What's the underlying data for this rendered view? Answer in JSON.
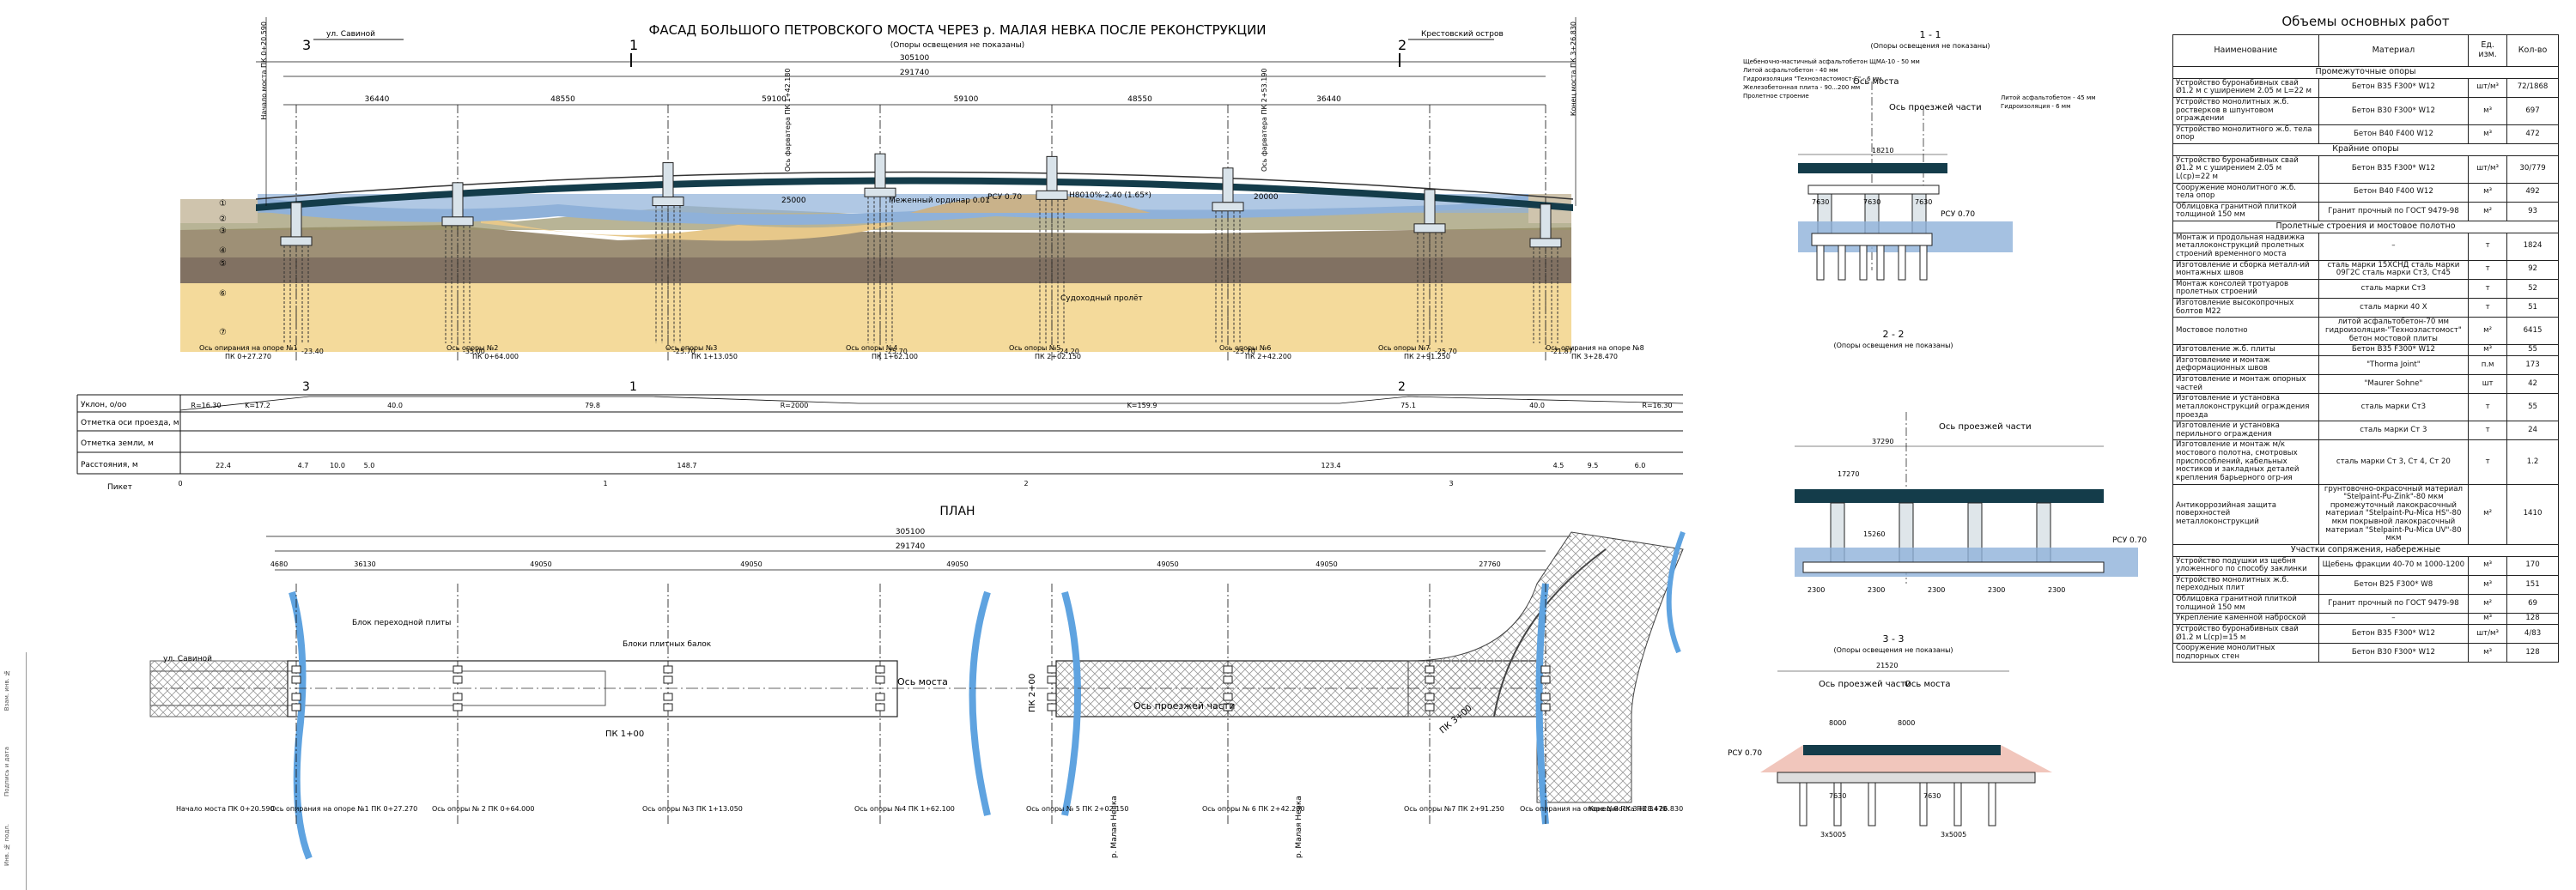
{
  "elevation": {
    "title": "ФАСАД БОЛЬШОГО ПЕТРОВСКОГО МОСТА ЧЕРЕЗ р. МАЛАЯ НЕВКА ПОСЛЕ РЕКОНСТРУКЦИИ",
    "subtitle": "(Опоры освещения не показаны)",
    "left_street": "ул. Савиной",
    "right_street": "Крестовский остров",
    "total_length": "305100",
    "span_length": "291740",
    "spans": [
      "36440",
      "48550",
      "59100",
      "59100",
      "48550",
      "36440"
    ],
    "water_level_label": "Меженный ординар 0.01",
    "rsu_label": "РСУ 0.70",
    "rsu_value": "РСУ 0.70",
    "channel_label": "Судоходный пролёт",
    "clear_height_label": "Н8010%-2.40 (1.65*)",
    "dim_25000": "25000",
    "dim_20000": "20000",
    "pile_depths": [
      "-23.40",
      "-35.00",
      "-25.70",
      "-25.70",
      "-24.20",
      "-25.70",
      "-25.70",
      "-21.87"
    ],
    "supports": [
      {
        "name": "Ось опирания на опоре №1",
        "pk": "ПК 0+27.270"
      },
      {
        "name": "Ось опоры №2",
        "pk": "ПК 0+64.000"
      },
      {
        "name": "Ось опоры №3",
        "pk": "ПК 1+13.050"
      },
      {
        "name": "Ось опоры №4",
        "pk": "ПК 1+62.100"
      },
      {
        "name": "Ось опоры №5",
        "pk": "ПК 2+02.150"
      },
      {
        "name": "Ось опоры №6",
        "pk": "ПК 2+42.200"
      },
      {
        "name": "Ось опоры №7",
        "pk": "ПК 2+91.250"
      },
      {
        "name": "Ось опирания на опоре №8",
        "pk": "ПК 3+28.470"
      }
    ],
    "fairway_labels": [
      "Ось фарватера ПК 1+42.180",
      "Ось фарватера ПК 2+53.190"
    ],
    "bridge_start": "Начало моста ПК 0+20.590",
    "bridge_end": "Конец моста ПК 3+26.830",
    "soil_layers": [
      "①",
      "②",
      "③",
      "④",
      "⑤",
      "⑥",
      "⑦"
    ],
    "section_marks": [
      "3",
      "1",
      "2"
    ]
  },
  "profile": {
    "row_labels": [
      "Уклон, о/оо",
      "Отметка оси проезда, м",
      "Отметка земли, м",
      "Расстояния, м",
      "Пикет"
    ],
    "slopes": [
      "R=16.30",
      "K=17.2",
      "40.0",
      "79.8",
      "R=2000",
      "K=159.9",
      "75.1",
      "40.0",
      "R=16.30"
    ],
    "distances": [
      "22.4",
      "4.7",
      "10.0",
      "5.0",
      "148.7",
      "123.4",
      "4.5",
      "9.5",
      "6.0"
    ],
    "pickets": [
      "0",
      "1",
      "2",
      "3"
    ]
  },
  "plan": {
    "title": "ПЛАН",
    "total_length": "305100",
    "span_length": "291740",
    "dims": [
      "4680",
      "36130",
      "49050",
      "49050",
      "49050",
      "49050",
      "49050",
      "27760"
    ],
    "street": "ул. Савиной",
    "river": "р. Малая Невка",
    "bridge_axis": "Ось моста",
    "carriage_axis": "Ось проезжей части",
    "pk_marks": [
      "ПК 1+00",
      "ПК 2+00",
      "ПК 3+00"
    ],
    "slab_label": "Блок переходной плиты",
    "beams_label": "Блоки плитных балок",
    "bottom_labels": [
      "Начало моста ПК 0+20.590",
      "Ось опирания на опоре №1 ПК 0+27.270",
      "Ось опоры № 2 ПК 0+64.000",
      "Ось опоры №3 ПК 1+13.050",
      "Ось опоры №4 ПК 1+62.100",
      "Ось опоры № 5 ПК 2+02.150",
      "Ось опоры № 6 ПК 2+42.200",
      "Ось опоры №7 ПК 2+91.250",
      "Ось опирания на опоре №8 ПК 3+28.470",
      "Конец моста ПК 3+26.830"
    ]
  },
  "sections": {
    "s1_title": "1 - 1",
    "s1_note": "(Опоры освещения не показаны)",
    "s1_layers": [
      "Щебеночно-мастичный асфальтобетон ЩМА-10 - 50 мм",
      "Литой асфальтобетон - 40 мм",
      "Гидроизоляция \"Техноэластомост-С\" - 6 мм",
      "Железобетонная плита - 90...200 мм",
      "Пролетное строение"
    ],
    "s1_layers_right": [
      "Литой асфальтобетон - 45 мм",
      "Гидроизоляция - 6 мм"
    ],
    "s1_axes": [
      "Ось моста",
      "Ось проезжей части"
    ],
    "s1_dims": [
      "18210",
      "7630",
      "7630",
      "7630"
    ],
    "s2_title": "2 - 2",
    "s2_note": "(Опоры освещения не показаны)",
    "s2_axes": [
      "Ось проезжей части"
    ],
    "s2_dims": [
      "37290",
      "17270",
      "15260",
      "2300",
      "2300",
      "2300",
      "2300",
      "2300"
    ],
    "s3_title": "3 - 3",
    "s3_note": "(Опоры освещения не показаны)",
    "s3_axes": [
      "Ось проезжей части",
      "Ось моста"
    ],
    "s3_dims": [
      "21520",
      "8000",
      "8000",
      "7630",
      "7630",
      "3x5005",
      "3x5005"
    ],
    "rsu_label": "РСУ 0.70"
  },
  "volumes": {
    "title": "Объемы основных работ",
    "headers": [
      "Наименование",
      "Материал",
      "Ед. изм.",
      "Кол-во"
    ],
    "rows": [
      {
        "section": "Промежуточные опоры"
      },
      {
        "name": "Устройство буронабивных свай Ø1.2 м с уширением 2.05 м L=22 м",
        "mat": "Бетон В35 F300* W12",
        "unit": "шт/м³",
        "qty": "72/1868"
      },
      {
        "name": "Устройство монолитных ж.б. ростверков в шпунтовом ограждении",
        "mat": "Бетон В30 F300* W12",
        "unit": "м³",
        "qty": "697"
      },
      {
        "name": "Устройство монолитного ж.б. тела опор",
        "mat": "Бетон В40 F400 W12",
        "unit": "м³",
        "qty": "472"
      },
      {
        "section": "Крайние опоры"
      },
      {
        "name": "Устройство буронабивных свай Ø1.2 м с уширением 2.05 м L(ср)=22 м",
        "mat": "Бетон В35 F300* W12",
        "unit": "шт/м³",
        "qty": "30/779"
      },
      {
        "name": "Сооружение монолитного ж.б. тела опор",
        "mat": "Бетон В40 F400 W12",
        "unit": "м³",
        "qty": "492"
      },
      {
        "name": "Облицовка гранитной плиткой толщиной 150 мм",
        "mat": "Гранит прочный по ГОСТ 9479-98",
        "unit": "м²",
        "qty": "93"
      },
      {
        "section": "Пролетные строения и мостовое полотно"
      },
      {
        "name": "Монтаж и продольная надвижка металлоконструкций пролетных строений временного моста",
        "mat": "–",
        "unit": "т",
        "qty": "1824"
      },
      {
        "name": "Изготовление и сборка металл-ий монтажных швов",
        "mat": "сталь марки 15ХСНД сталь марки 09Г2С сталь марки Ст3, Ст45",
        "unit": "т",
        "qty": "92"
      },
      {
        "name": "Монтаж консолей тротуаров пролетных строений",
        "mat": "сталь марки Ст3",
        "unit": "т",
        "qty": "52"
      },
      {
        "name": "Изготовление высокопрочных болтов М22",
        "mat": "сталь марки 40 Х",
        "unit": "т",
        "qty": "51"
      },
      {
        "name": "Мостовое полотно",
        "mat": "литой асфальтобетон-70 мм гидроизоляция-\"Техноэластомост\" бетон мостовой плиты",
        "unit": "м²",
        "qty": "6415"
      },
      {
        "name": "Изготовление ж.б. плиты",
        "mat": "Бетон В35 F300* W12",
        "unit": "м³",
        "qty": "55"
      },
      {
        "name": "Изготовление и монтаж деформационных швов",
        "mat": "\"Thorma Joint\"",
        "unit": "п.м",
        "qty": "173"
      },
      {
        "name": "Изготовление и монтаж опорных частей",
        "mat": "\"Maurer Sohne\"",
        "unit": "шт",
        "qty": "42"
      },
      {
        "name": "Изготовление и установка металлоконструкций ограждения проезда",
        "mat": "сталь марки Ст3",
        "unit": "т",
        "qty": "55"
      },
      {
        "name": "Изготовление и установка перильного ограждения",
        "mat": "сталь марки Ст 3",
        "unit": "т",
        "qty": "24"
      },
      {
        "name": "Изготовление и монтаж м/к мостового полотна, смотровых приспособлений, кабельных мостиков и закладных деталей крепления барьерного огр-ия",
        "mat": "сталь марки Ст 3, Ст 4, Ст 20",
        "unit": "т",
        "qty": "1.2"
      },
      {
        "name": "Антикоррозийная защита поверхностей металлоконструкций",
        "mat": "грунтовочно-окрасочный материал \"Stelpaint-Pu-Zink\"-80 мкм промежуточный лакокрасочный материал \"Stelpaint-Pu-Mica HS\"-80 мкм покрывной лакокрасочный материал \"Stelpaint-Pu-Mica UV\"-80 мкм",
        "unit": "м²",
        "qty": "1410"
      },
      {
        "section": "Участки сопряжения, набережные"
      },
      {
        "name": "Устройство подушки из щебня уложенного по способу заклинки",
        "mat": "Щебень фракции 40-70 м 1000-1200",
        "unit": "м³",
        "qty": "170"
      },
      {
        "name": "Устройство монолитных ж.б. переходных плит",
        "mat": "Бетон В25 F300* W8",
        "unit": "м³",
        "qty": "151"
      },
      {
        "name": "Облицовка гранитной плиткой толщиной 150 мм",
        "mat": "Гранит прочный по ГОСТ 9479-98",
        "unit": "м²",
        "qty": "69"
      },
      {
        "name": "Укрепление каменной наброской",
        "mat": "–",
        "unit": "м³",
        "qty": "128"
      },
      {
        "name": "Устройство буронабивных свай Ø1.2 м L(ср)=15 м",
        "mat": "Бетон В35 F300* W12",
        "unit": "шт/м³",
        "qty": "4/83"
      },
      {
        "name": "Сооружение монолитных подпорных стен",
        "mat": "Бетон В30 F300* W12",
        "unit": "м³",
        "qty": "128"
      }
    ]
  },
  "stamp": [
    "Инв. № подл.",
    "Подпись и дата",
    "Взам. инв. №"
  ],
  "colors": {
    "water": "#8fb1d9",
    "deck": "#143c4a",
    "soil_yellow": "#f2d48a",
    "soil_brown": "#8a7a5a",
    "soil_dark": "#5c4a38",
    "river_plan": "#5fa3e0",
    "hatch": "#999"
  }
}
